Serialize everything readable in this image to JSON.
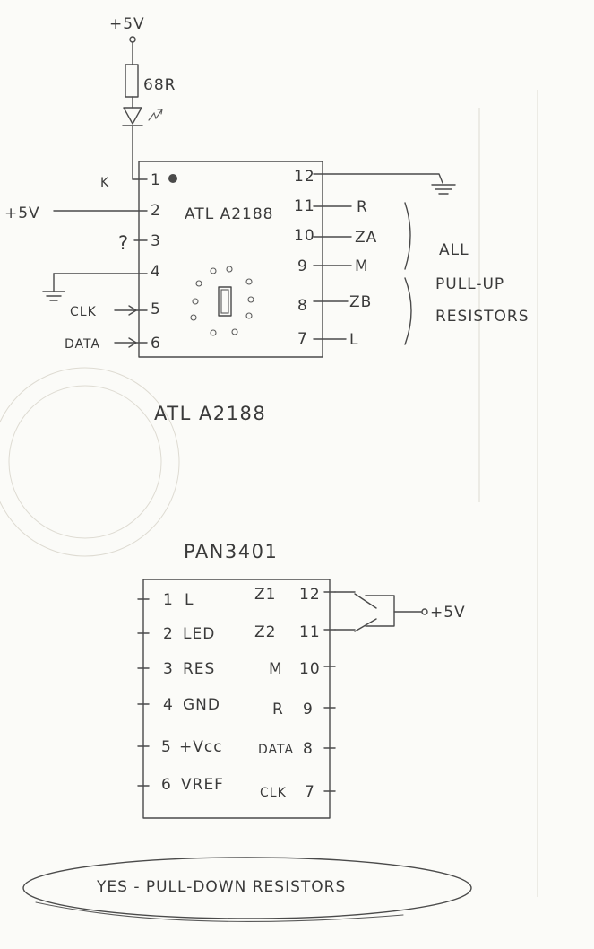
{
  "chip1": {
    "caption": "ATL A2188",
    "body_label": "ATL A2188",
    "supply_top": "+5V",
    "resistor": "68R",
    "supply_left": "+5V",
    "k_label": "K",
    "question": "?",
    "clk": "CLK",
    "data": "DATA",
    "pins_left": [
      "1",
      "2",
      "3",
      "4",
      "5",
      "6"
    ],
    "pins_right": [
      "12",
      "11",
      "10",
      "9",
      "8",
      "7"
    ],
    "right_signals": [
      "R",
      "ZA",
      "M",
      "ZB",
      "L"
    ],
    "note_line1": "ALL",
    "note_line2": "PULL-UP",
    "note_line3": "RESISTORS"
  },
  "chip2": {
    "title": "PAN3401",
    "left_pins": [
      {
        "num": "1",
        "name": "L"
      },
      {
        "num": "2",
        "name": "LED"
      },
      {
        "num": "3",
        "name": "RES"
      },
      {
        "num": "4",
        "name": "GND"
      },
      {
        "num": "5",
        "name": "+Vcc"
      },
      {
        "num": "6",
        "name": "VREF"
      }
    ],
    "right_pins": [
      {
        "num": "12",
        "name": "Z1"
      },
      {
        "num": "11",
        "name": "Z2"
      },
      {
        "num": "10",
        "name": "M"
      },
      {
        "num": "9",
        "name": "R"
      },
      {
        "num": "8",
        "name": "DATA"
      },
      {
        "num": "7",
        "name": "CLK"
      }
    ],
    "supply": "+5V"
  },
  "footer_note": "YES - PULL-DOWN RESISTORS"
}
